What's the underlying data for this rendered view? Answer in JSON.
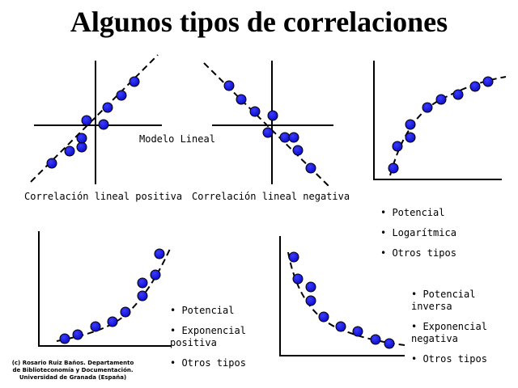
{
  "title": "Algunos tipos de correlaciones",
  "center_label": "Modelo Lineal",
  "labels": {
    "positive": "Correlación lineal positiva",
    "negative": "Correlación lineal negativa"
  },
  "list_top_right": [
    "Potencial",
    "Logarítmica",
    "Otros tipos"
  ],
  "list_bottom_left": [
    "Potencial",
    "Exponencial positiva",
    "Otros tipos"
  ],
  "list_bottom_right": [
    "Potencial inversa",
    "Exponencial negativa",
    "Otros tipos"
  ],
  "credit": [
    "(c) Rosario Ruiz Baños. Departamento",
    "de Biblioteconomía y Documentación.",
    "Universidad de Granada (España)"
  ],
  "colors": {
    "point": "#1a1ae6",
    "axis": "#000000"
  }
}
